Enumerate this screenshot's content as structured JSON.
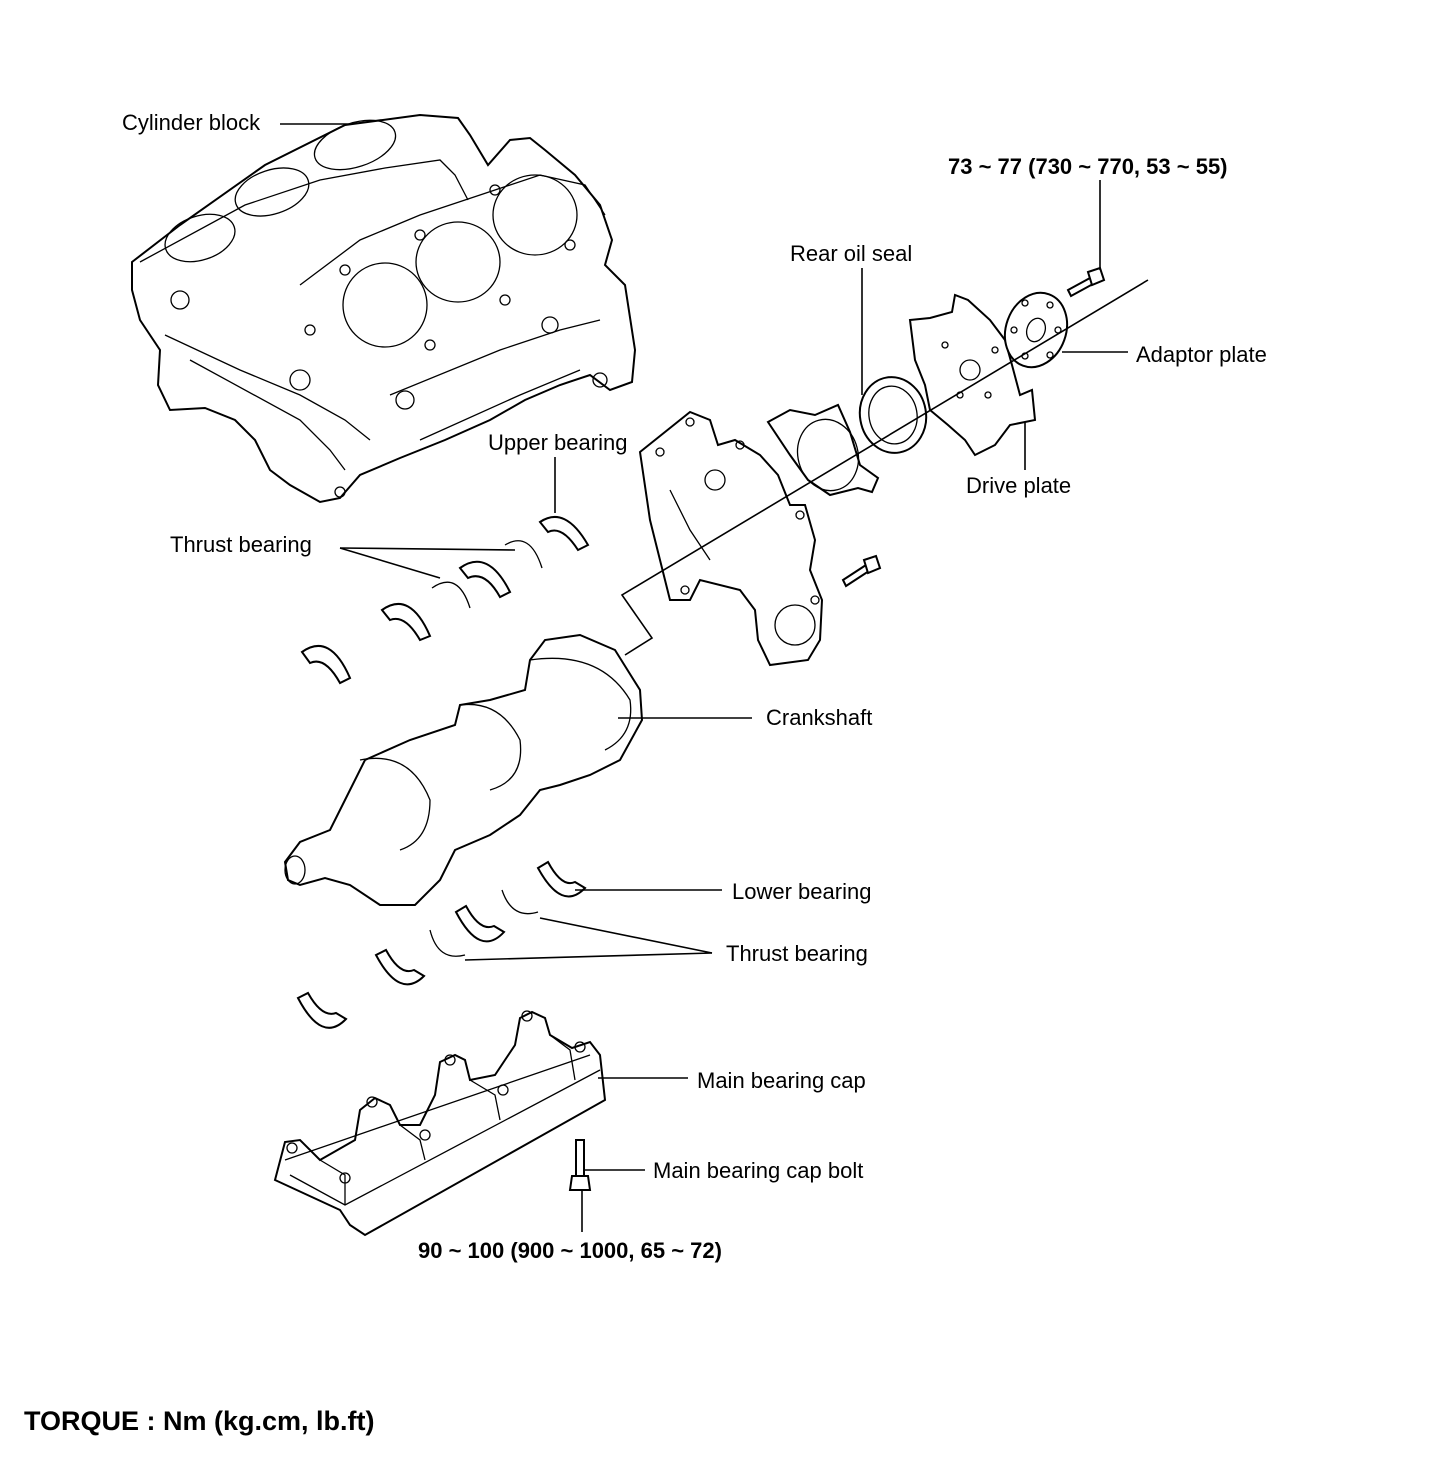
{
  "labels": {
    "cylinder_block": "Cylinder block",
    "upper_bearing": "Upper bearing",
    "thrust_bearing_upper": "Thrust bearing",
    "rear_oil_seal": "Rear oil seal",
    "adaptor_plate": "Adaptor plate",
    "drive_plate": "Drive plate",
    "crankshaft": "Crankshaft",
    "lower_bearing": "Lower bearing",
    "thrust_bearing_lower": "Thrust bearing",
    "main_bearing_cap": "Main bearing cap",
    "main_bearing_cap_bolt": "Main bearing cap bolt"
  },
  "torques": {
    "drive_plate_bolt": "73 ~ 77 (730 ~ 770, 53 ~ 55)",
    "main_bearing_cap_bolt": "90 ~ 100 (900 ~ 1000, 65 ~ 72)"
  },
  "footer": {
    "torque_unit_note": "TORQUE : Nm (kg.cm, lb.ft)"
  }
}
